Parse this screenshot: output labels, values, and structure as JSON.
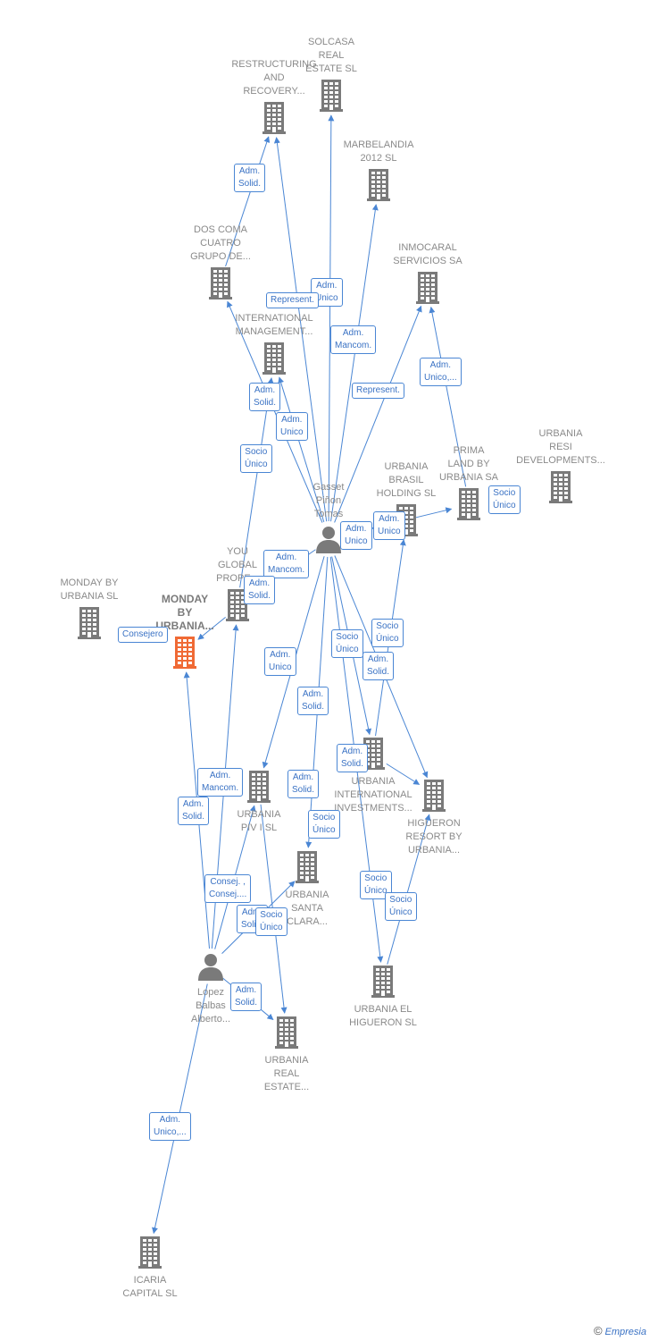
{
  "colors": {
    "edge": "#4a86d4",
    "building": "#7a7a7a",
    "focus": "#f06a35",
    "label": "#8a8a8a"
  },
  "nodes": [
    {
      "id": "solcasa",
      "label": "SOLCASA\nREAL\nESTATE  SL",
      "type": "company"
    },
    {
      "id": "restructuring",
      "label": "RESTRUCTURING\nAND\nRECOVERY...",
      "type": "company"
    },
    {
      "id": "marbelandia",
      "label": "MARBELANDIA\n2012 SL",
      "type": "company"
    },
    {
      "id": "doscoma",
      "label": "DOS COMA\nCUATRO\nGRUPO DE...",
      "type": "company"
    },
    {
      "id": "inmocaral",
      "label": "INMOCARAL\nSERVICIOS SA",
      "type": "company"
    },
    {
      "id": "urintl",
      "label": "UR\nINTERNATIONAL\nMANAGEMENT...",
      "type": "company"
    },
    {
      "id": "urbaniabrasil",
      "label": "URBANIA\nBRASIL\nHOLDING  SL",
      "type": "company"
    },
    {
      "id": "primaland",
      "label": "PRIMA\nLAND BY\nURBANIA SA",
      "type": "company"
    },
    {
      "id": "urbaniaresi",
      "label": "URBANIA\nRESI\nDEVELOPMENTS...",
      "type": "company"
    },
    {
      "id": "gasset",
      "label": "Gasset\nPiñon\nTomas",
      "type": "person"
    },
    {
      "id": "youglobal",
      "label": "YOU\nGLOBAL\nPROPE...",
      "type": "company"
    },
    {
      "id": "mondaysl",
      "label": "MONDAY BY\nURBANIA  SL",
      "type": "company"
    },
    {
      "id": "mondayfocus",
      "label": "MONDAY\nBY\nURBANIA...",
      "type": "focus"
    },
    {
      "id": "urbaniapiv",
      "label": "URBANIA\nPIV I  SL",
      "type": "company"
    },
    {
      "id": "urbaniaintlinv",
      "label": "URBANIA\nINTERNATIONAL\nINVESTMENTS...",
      "type": "company"
    },
    {
      "id": "higueronresort",
      "label": "HIGUERON\nRESORT BY\nURBANIA...",
      "type": "company"
    },
    {
      "id": "urbaniasanta",
      "label": "URBANIA\nSANTA\nCLARA...",
      "type": "company"
    },
    {
      "id": "lopez",
      "label": "Lopez\nBalbas\nAlberto...",
      "type": "person"
    },
    {
      "id": "urbaniahigueron",
      "label": "URBANIA EL\nHIGUERON  SL",
      "type": "company"
    },
    {
      "id": "urbaniareal",
      "label": "URBANIA\nREAL\nESTATE...",
      "type": "company"
    },
    {
      "id": "icaria",
      "label": "ICARIA\nCAPITAL SL",
      "type": "company"
    }
  ],
  "edges": [
    {
      "from": "doscoma",
      "to": "restructuring"
    },
    {
      "from": "gasset",
      "to": "restructuring"
    },
    {
      "from": "gasset",
      "to": "solcasa"
    },
    {
      "from": "gasset",
      "to": "marbelandia"
    },
    {
      "from": "gasset",
      "to": "inmocaral"
    },
    {
      "from": "primaland",
      "to": "inmocaral"
    },
    {
      "from": "gasset",
      "to": "doscoma"
    },
    {
      "from": "gasset",
      "to": "urintl"
    },
    {
      "from": "youglobal",
      "to": "urintl"
    },
    {
      "from": "gasset",
      "to": "urbaniabrasil"
    },
    {
      "from": "gasset",
      "to": "primaland"
    },
    {
      "from": "gasset",
      "to": "youglobal"
    },
    {
      "from": "youglobal",
      "to": "mondayfocus"
    },
    {
      "from": "gasset",
      "to": "urbaniapiv"
    },
    {
      "from": "gasset",
      "to": "urbaniaintlinv"
    },
    {
      "from": "gasset",
      "to": "higueronresort"
    },
    {
      "from": "gasset",
      "to": "urbaniasanta"
    },
    {
      "from": "gasset",
      "to": "urbaniahigueron"
    },
    {
      "from": "urbaniaintlinv",
      "to": "urbaniabrasil"
    },
    {
      "from": "urbaniaintlinv",
      "to": "higueronresort"
    },
    {
      "from": "lopez",
      "to": "mondayfocus"
    },
    {
      "from": "lopez",
      "to": "youglobal"
    },
    {
      "from": "lopez",
      "to": "urbaniapiv"
    },
    {
      "from": "lopez",
      "to": "urbaniasanta"
    },
    {
      "from": "lopez",
      "to": "urbaniareal"
    },
    {
      "from": "lopez",
      "to": "icaria"
    },
    {
      "from": "urbaniahigueron",
      "to": "higueronresort"
    },
    {
      "from": "urbaniapiv",
      "to": "urbaniareal"
    }
  ],
  "tags": [
    {
      "text": "Adm.\nSolid."
    },
    {
      "text": "Adm.\nUnico"
    },
    {
      "text": "Represent."
    },
    {
      "text": "Adm.\nMancom."
    },
    {
      "text": "Represent."
    },
    {
      "text": "Adm.\nUnico,..."
    },
    {
      "text": "Adm.\nSolid."
    },
    {
      "text": "Adm.\nUnico"
    },
    {
      "text": "Socio\nÚnico"
    },
    {
      "text": "Socio\nÚnico"
    },
    {
      "text": "Adm.\nUnico"
    },
    {
      "text": "Adm.\nUnico"
    },
    {
      "text": "Adm.\nMancom."
    },
    {
      "text": "Adm.\nSolid."
    },
    {
      "text": "Socio\nÚnico"
    },
    {
      "text": "Consejero"
    },
    {
      "text": "Adm.\nUnico"
    },
    {
      "text": "Socio\nÚnico"
    },
    {
      "text": "Adm.\nSolid."
    },
    {
      "text": "Adm.\nSolid."
    },
    {
      "text": "Adm.\nSolid."
    },
    {
      "text": "Adm.\nMancom."
    },
    {
      "text": "Adm.\nSolid."
    },
    {
      "text": "Adm.\nSolid."
    },
    {
      "text": "Socio\nÚnico"
    },
    {
      "text": "Consej. ,\nConsej...."
    },
    {
      "text": "Adm.\nSolid."
    },
    {
      "text": "Socio\nÚnico"
    },
    {
      "text": "Socio\nÚnico"
    },
    {
      "text": "Socio\nÚnico"
    },
    {
      "text": "Adm.\nSolid."
    },
    {
      "text": "Adm.\nUnico,..."
    }
  ],
  "brand": {
    "symbol": "©",
    "name": "Empresia"
  }
}
